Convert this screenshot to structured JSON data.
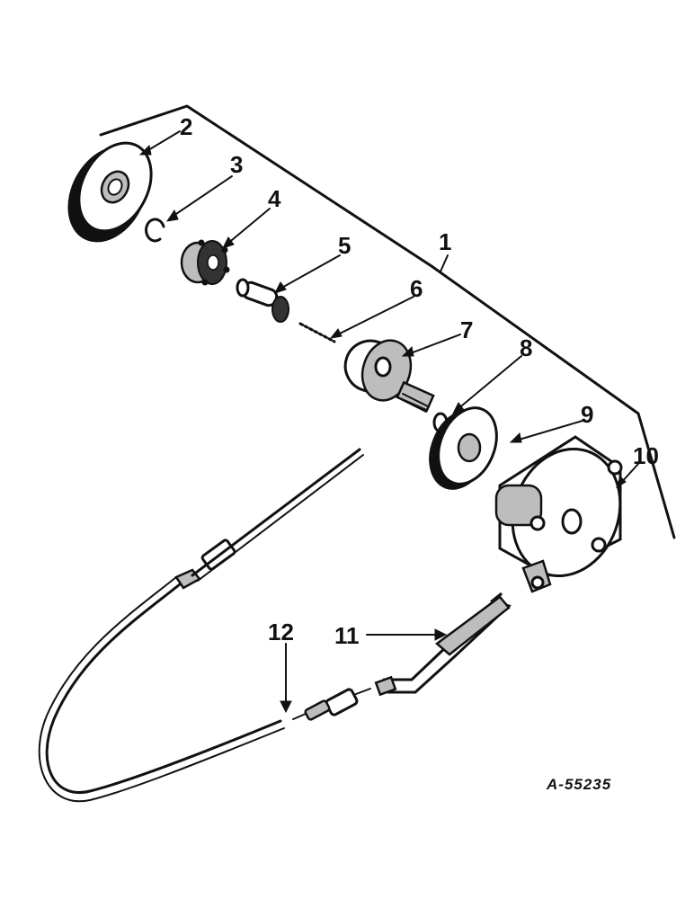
{
  "callouts": {
    "c1": "1",
    "c2": "2",
    "c3": "3",
    "c4": "4",
    "c5": "5",
    "c6": "6",
    "c7": "7",
    "c8": "8",
    "c9": "9",
    "c10": "10",
    "c11": "11",
    "c12": "12"
  },
  "figure_code": "A-55235"
}
